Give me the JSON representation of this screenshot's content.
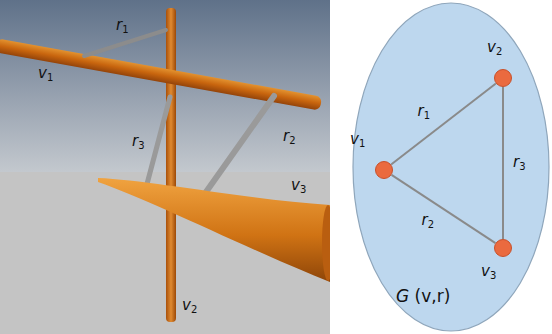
{
  "diagram": {
    "nodes": [
      {
        "text": [
          "G (v,r)"
        ]
      },
      {
        "text": [
          "v2"
        ],
        "in": 0
      },
      {
        "text": [
          "v1"
        ],
        "in": 0
      },
      {
        "text": [
          "v3"
        ],
        "in": 0
      }
    ],
    "edges": [
      {
        "from": 2,
        "to": 1,
        "label": "r1",
        "arrow": "none"
      },
      {
        "from": 2,
        "to": 3,
        "label": "r2",
        "arrow": "none"
      },
      {
        "from": 1,
        "to": 3,
        "label": "r3",
        "arrow": "none"
      }
    ],
    "labels": [
      "v1",
      "r1",
      "r3",
      "r2",
      "v3",
      "v2"
    ]
  }
}
